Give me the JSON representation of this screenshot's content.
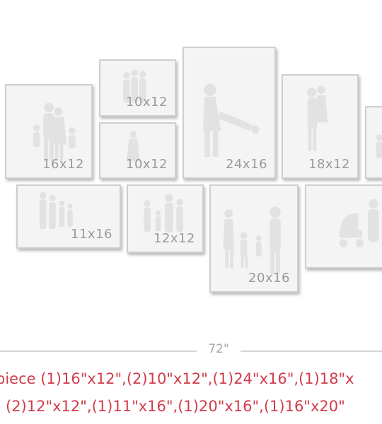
{
  "frames": [
    {
      "label": "16x12"
    },
    {
      "label": "10x12"
    },
    {
      "label": "10x12"
    },
    {
      "label": "24x16"
    },
    {
      "label": "18x12"
    },
    {
      "label": ""
    },
    {
      "label": "11x16"
    },
    {
      "label": "12x12"
    },
    {
      "label": "20x16"
    },
    {
      "label": ""
    }
  ],
  "dimension": {
    "width_label": "72\""
  },
  "caption": {
    "line1": "piece (1)16\"x12\",(2)10\"x12\",(1)24\"x16\",(1)18\"x",
    "line2": "(2)12\"x12\",(1)11\"x16\",(1)20\"x16\",(1)16\"x20\""
  },
  "colors": {
    "caption": "#d13c4a",
    "frame_border": "#cfcfcf",
    "silhouette": "#e2e2e2"
  }
}
